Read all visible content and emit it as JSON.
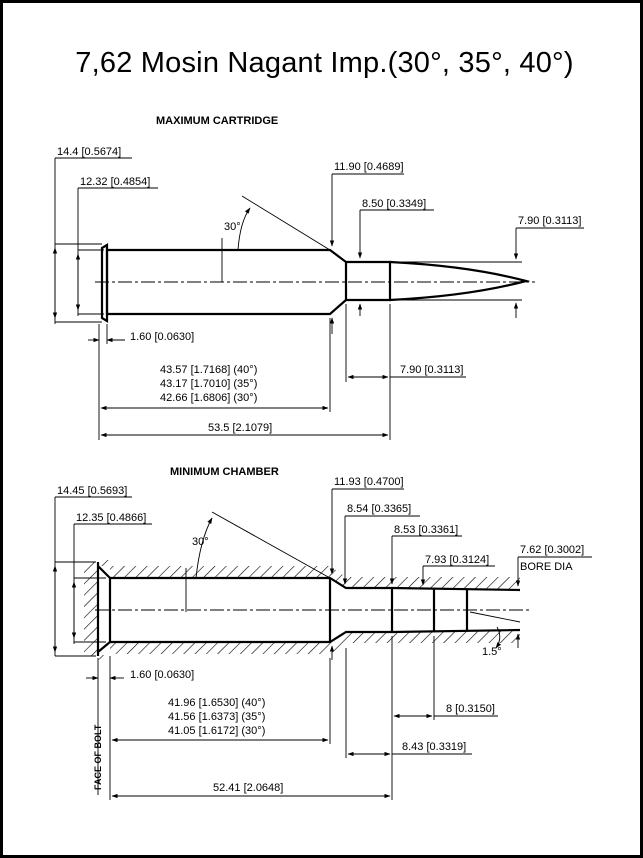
{
  "title": "7,62 Mosin Nagant Imp.(30°, 35°, 40°)",
  "max_cartridge": {
    "heading": "MAXIMUM CARTRIDGE",
    "rim_dia": "14.4 [0.5674]",
    "base_dia": "12.32 [0.4854]",
    "shoulder_dia": "11.90 [0.4689]",
    "neck_dia": "8.50 [0.3349]",
    "bullet_dia": "7.90 [0.3113]",
    "angle": "30°",
    "rim_thickness": "1.60 [0.0630]",
    "shoulder_len_40": "43.57 [1.7168] (40°)",
    "shoulder_len_35": "43.17 [1.7010] (35°)",
    "shoulder_len_30": "42.66 [1.6806] (30°)",
    "neck_len": "7.90 [0.3113]",
    "case_len": "53.5 [2.1079]"
  },
  "min_chamber": {
    "heading": "MINIMUM CHAMBER",
    "rim_dia": "14.45 [0.5693]",
    "base_dia": "12.35 [0.4866]",
    "shoulder_dia": "11.93 [0.4700]",
    "neck_dia": "8.54 [0.3365]",
    "throat_dia": "8.53 [0.3361]",
    "lead_dia": "7.93 [0.3124]",
    "bore_dia": "7.62 [0.3002]",
    "bore_label": "BORE DIA",
    "angle": "30°",
    "lead_angle": "1.5°",
    "rim_thickness": "1.60 [0.0630]",
    "shoulder_len_40": "41.96 [1.6530] (40°)",
    "shoulder_len_35": "41.56 [1.6373] (35°)",
    "shoulder_len_30": "41.05 [1.6172] (30°)",
    "throat_len": "8 [0.3150]",
    "neck_len": "8.43 [0.3319]",
    "chamber_len": "52.41 [2.0648]",
    "face_of_bolt": "FACE OF BOLT"
  }
}
